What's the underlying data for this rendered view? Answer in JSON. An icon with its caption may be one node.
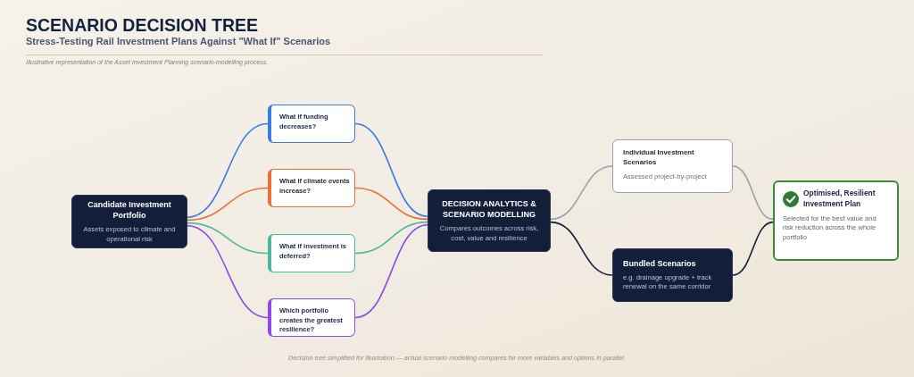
{
  "diagram": {
    "title": "SCENARIO DECISION TREE",
    "caption": "Decision tree simplified for illustration — actual scenario modelling compares far more variables and options in parallel.",
    "labels": [
      "Stress-Testing Rail Investment Plans Against \"What If\" Scenarios",
      "Illustrative representation of the Asset Investment Planning scenario-modelling process."
    ],
    "nodes": [
      {
        "text": [
          "Candidate Investment Portfolio",
          "Assets exposed to climate and operational risk"
        ]
      },
      {
        "text": [
          "What if funding decreases?"
        ]
      },
      {
        "text": [
          "What if climate events increase?"
        ]
      },
      {
        "text": [
          "What if investment is deferred?"
        ]
      },
      {
        "text": [
          "Which portfolio creates the greatest resilience?"
        ]
      },
      {
        "text": [
          "DECISION ANALYTICS & SCENARIO MODELLING",
          "Compares outcomes across risk, cost, value and resilience"
        ]
      },
      {
        "text": [
          "Individual Investment Scenarios",
          "Assessed project-by-project"
        ]
      },
      {
        "text": [
          "Bundled Scenarios",
          "e.g. drainage upgrade + track renewal on the same corridor"
        ]
      },
      {
        "text": [
          "Optimised, Resilient Investment Plan",
          "Selected for the best value and risk reduction across the whole portfolio"
        ]
      }
    ],
    "edges": [
      {
        "from": 0,
        "to": 1,
        "arrow": "none",
        "color": "#3b7be0"
      },
      {
        "from": 0,
        "to": 2,
        "arrow": "none",
        "color": "#e8703a"
      },
      {
        "from": 0,
        "to": 3,
        "arrow": "none",
        "color": "#4db8a0"
      },
      {
        "from": 0,
        "to": 4,
        "arrow": "none",
        "color": "#8b4be8"
      },
      {
        "from": 1,
        "to": 5,
        "arrow": "none",
        "color": "#3b7be0"
      },
      {
        "from": 2,
        "to": 5,
        "arrow": "none",
        "color": "#e8703a"
      },
      {
        "from": 3,
        "to": 5,
        "arrow": "none",
        "color": "#4db8a0"
      },
      {
        "from": 4,
        "to": 5,
        "arrow": "none",
        "color": "#8b4be8"
      },
      {
        "from": 5,
        "to": 6,
        "arrow": "none",
        "color": "#9aa0a8"
      },
      {
        "from": 5,
        "to": 7,
        "arrow": "none",
        "color": "#131f3a"
      },
      {
        "from": 6,
        "to": 8,
        "arrow": "none",
        "color": "#9aa0a8"
      },
      {
        "from": 7,
        "to": 8,
        "arrow": "none",
        "color": "#131f3a"
      }
    ]
  }
}
